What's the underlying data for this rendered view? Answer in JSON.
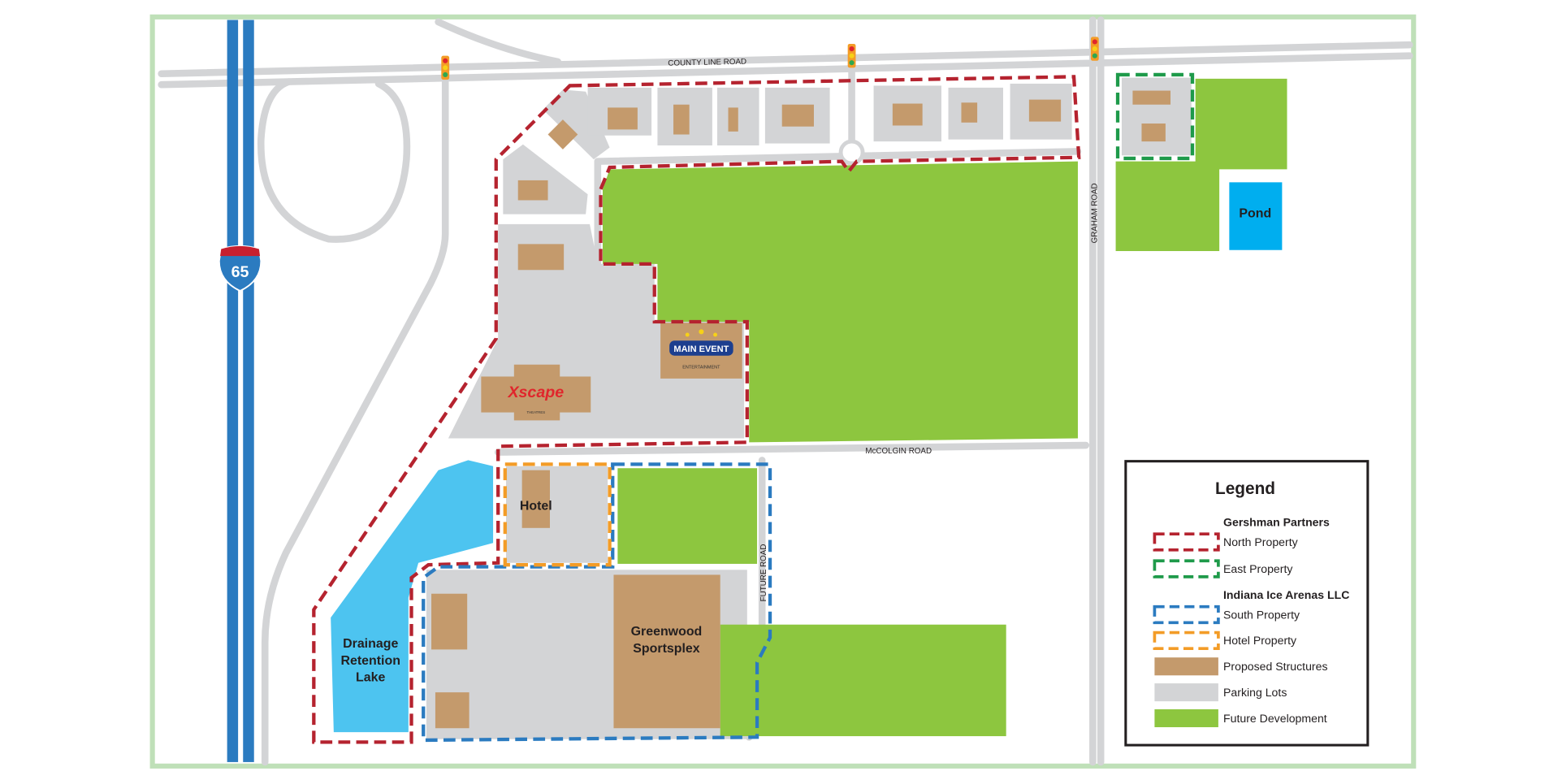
{
  "map": {
    "roads": {
      "county_line": "COUNTY LINE ROAD",
      "graham": "GRAHAM ROAD",
      "mccolgin": "McCOLGIN ROAD",
      "future": "FUTURE ROAD"
    },
    "interstate_shield": "65",
    "labels": {
      "pond": "Pond",
      "hotel": "Hotel",
      "lake": [
        "Drainage",
        "Retention",
        "Lake"
      ],
      "sportsplex": [
        "Greenwood",
        "Sportsplex"
      ]
    },
    "logos": {
      "main_event": "MAIN EVENT",
      "main_event_sub": "ENTERTAINMENT",
      "xscape": "Xscape",
      "xscape_sub": "THEATRES"
    },
    "colors": {
      "north": "#b5232f",
      "east": "#1e9a4a",
      "south": "#2b7bc0",
      "hotel": "#f39c27",
      "structure": "#c49a6c",
      "parking": "#d3d4d6",
      "development": "#8dc63f",
      "water": "#4dc4f0",
      "pond": "#00aeef",
      "interstate": "#2b7bc0"
    }
  },
  "legend": {
    "title": "Legend",
    "groups": [
      {
        "heading": "Gershman Partners",
        "items": [
          {
            "label": "North Property",
            "swatch": "dashed",
            "color": "#b5232f"
          },
          {
            "label": "East Property",
            "swatch": "dashed",
            "color": "#1e9a4a"
          }
        ]
      },
      {
        "heading": "Indiana Ice Arenas LLC",
        "items": [
          {
            "label": "South Property",
            "swatch": "dashed",
            "color": "#2b7bc0"
          },
          {
            "label": "Hotel Property",
            "swatch": "dashed",
            "color": "#f39c27"
          },
          {
            "label": "Proposed Structures",
            "swatch": "fill",
            "color": "#c49a6c"
          },
          {
            "label": "Parking Lots",
            "swatch": "fill",
            "color": "#d3d4d6"
          },
          {
            "label": "Future Development",
            "swatch": "fill",
            "color": "#8dc63f"
          }
        ]
      }
    ]
  }
}
